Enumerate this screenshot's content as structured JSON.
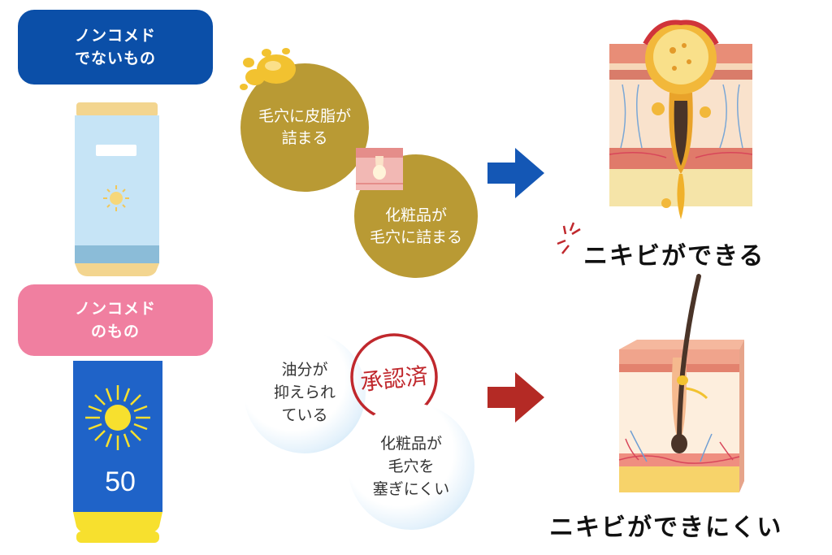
{
  "top_section": {
    "label_line1": "ノンコメド",
    "label_line2": "でないもの",
    "cause1_line1": "毛穴に皮脂が",
    "cause1_line2": "詰まる",
    "cause2_line1": "化粧品が",
    "cause2_line2": "毛穴に詰まる",
    "result": "ニキビができる"
  },
  "bottom_section": {
    "label_line1": "ノンコメド",
    "label_line2": "のもの",
    "stamp": "承認済",
    "effect1_line1": "油分が",
    "effect1_line2": "抑えられ",
    "effect1_line3": "ている",
    "effect2_line1": "化粧品が",
    "effect2_line2": "毛穴を",
    "effect2_line3": "塞ぎにくい",
    "tube_spf": "50",
    "result": "ニキビができにくい"
  },
  "colors": {
    "top_label_bg": "#0b4fa8",
    "bottom_label_bg": "#f07fa0",
    "top_arrow": "#1457b5",
    "bottom_arrow": "#b42a25",
    "gold_circle": "#b99a34",
    "stamp_red": "#c0282d"
  },
  "icons": [
    "sun-icon",
    "right-arrow-icon",
    "stamp-icon",
    "oil-drop-icon",
    "pore-icon",
    "skin-cross-section-icon",
    "hair-follicle-icon"
  ]
}
